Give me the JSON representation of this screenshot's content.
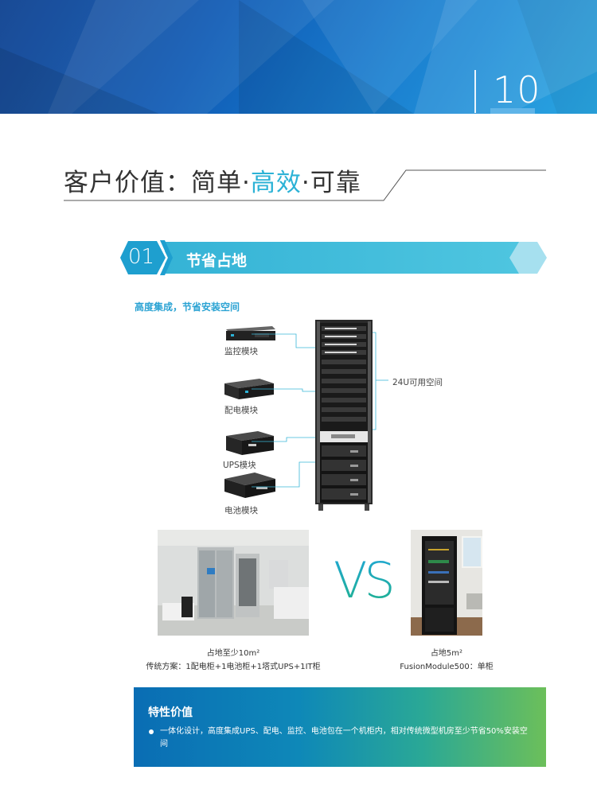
{
  "header": {
    "page_number": "10"
  },
  "title": {
    "prefix": "客户价值：简单·",
    "accent": "高效",
    "suffix": "·可靠"
  },
  "section": {
    "number": "01",
    "title": "节省占地"
  },
  "subheading": "高度集成，节省安装空间",
  "modules": [
    {
      "label": "监控模块"
    },
    {
      "label": "配电模块"
    },
    {
      "label": "UPS模块"
    },
    {
      "label": "电池模块"
    }
  ],
  "rack_space_label": "24U可用空间",
  "comparison": {
    "vs_text": "VS",
    "left": {
      "line1": "占地至少10m²",
      "line2": "传统方案：1配电柜+1电池柜+1塔式UPS+1IT柜"
    },
    "right": {
      "line1": "占地5m²",
      "line2": "FusionModule500：单柜"
    }
  },
  "feature": {
    "title": "特性价值",
    "bullets": [
      "一体化设计，高度集成UPS、配电、监控、电池包在一个机柜内，相对传统微型机房至少节省50%安装空间"
    ]
  },
  "colors": {
    "accent": "#2cb2d6",
    "banner": "#0f5bb5",
    "section": "#3bb7d8"
  }
}
